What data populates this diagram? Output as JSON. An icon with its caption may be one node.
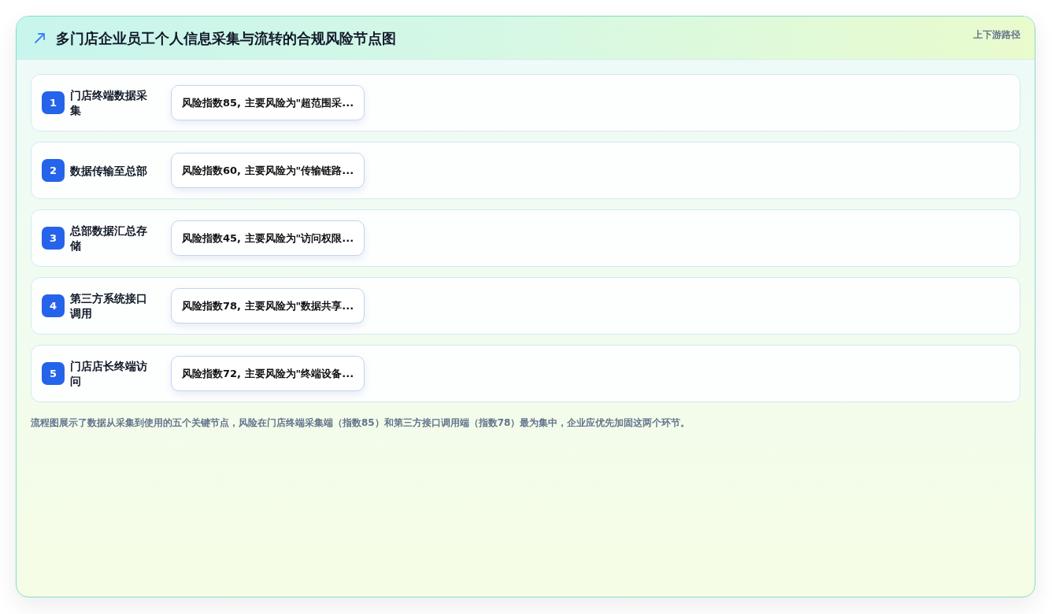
{
  "diagram": {
    "title": "多门店企业员工个人信息采集与流转的合规风险节点图",
    "caption": "流程图展示了数据从采集到使用的五个关键节点，风险在门店终端采集端（指数85）和第三方接口调用端（指数78）最为集中，企业应优先加固这两个环节。",
    "labels": [
      "上下游路径"
    ],
    "nodes": [
      {
        "text": [
          "门店终端数据采集"
        ]
      },
      {
        "text": [
          "1"
        ],
        "in": 0
      },
      {
        "text": [
          "风险指数85, 主要风险为\"超范围采..."
        ],
        "in": 0
      },
      {
        "text": [
          "数据传输至总部"
        ]
      },
      {
        "text": [
          "2"
        ],
        "in": 3
      },
      {
        "text": [
          "风险指数60, 主要风险为\"传输链路..."
        ],
        "in": 3
      },
      {
        "text": [
          "总部数据汇总存储"
        ]
      },
      {
        "text": [
          "3"
        ],
        "in": 6
      },
      {
        "text": [
          "风险指数45, 主要风险为\"访问权限..."
        ],
        "in": 6
      },
      {
        "text": [
          "第三方系统接口调用"
        ]
      },
      {
        "text": [
          "4"
        ],
        "in": 9
      },
      {
        "text": [
          "风险指数78, 主要风险为\"数据共享..."
        ],
        "in": 9
      },
      {
        "text": [
          "门店店长终端访问"
        ]
      },
      {
        "text": [
          "5"
        ],
        "in": 12
      },
      {
        "text": [
          "风险指数72, 主要风险为\"终端设备..."
        ],
        "in": 12
      }
    ]
  }
}
